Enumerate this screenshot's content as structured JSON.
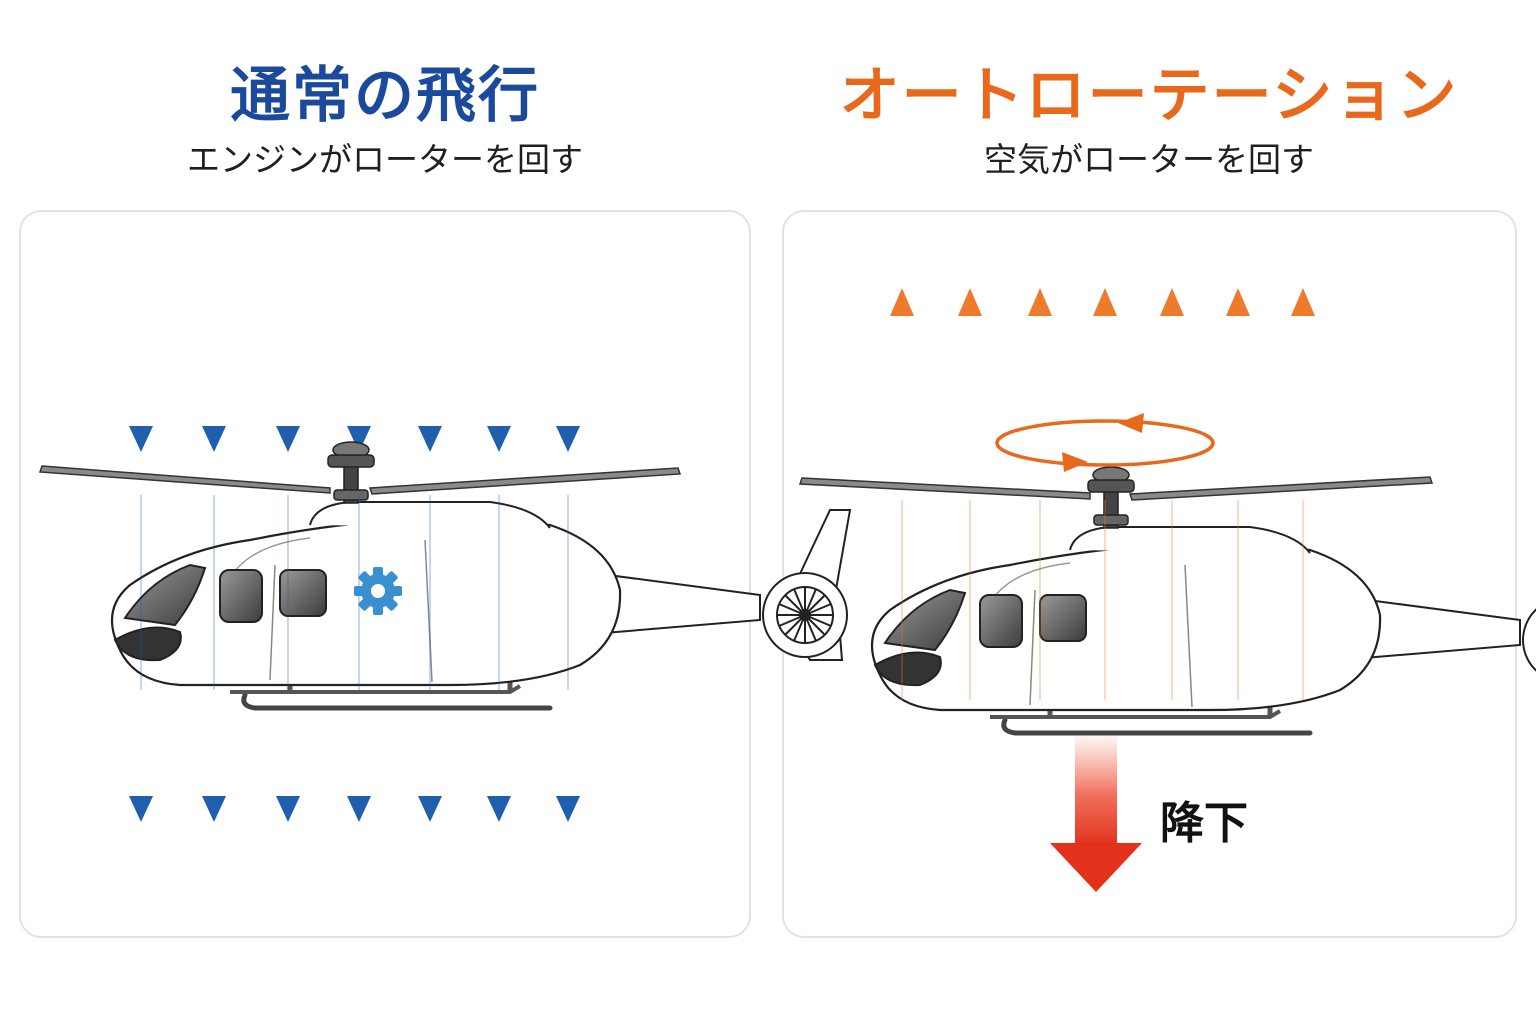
{
  "normal_flight": {
    "title": "通常の飛行",
    "subtitle": "エンジンがローターを回す",
    "accent_color": "#1f5fae",
    "title_color": "#1b4a9c",
    "airflow_direction": "down",
    "engine_icon": "gear-icon"
  },
  "autorotation": {
    "title": "オートローテーション",
    "subtitle": "空気がローターを回す",
    "accent_color": "#ee7a2c",
    "title_color": "#e8681c",
    "airflow_direction": "up",
    "rotation_icon": "rotation-ellipse-icon",
    "descent_label": "降下",
    "descent_color": "#e63a20"
  }
}
